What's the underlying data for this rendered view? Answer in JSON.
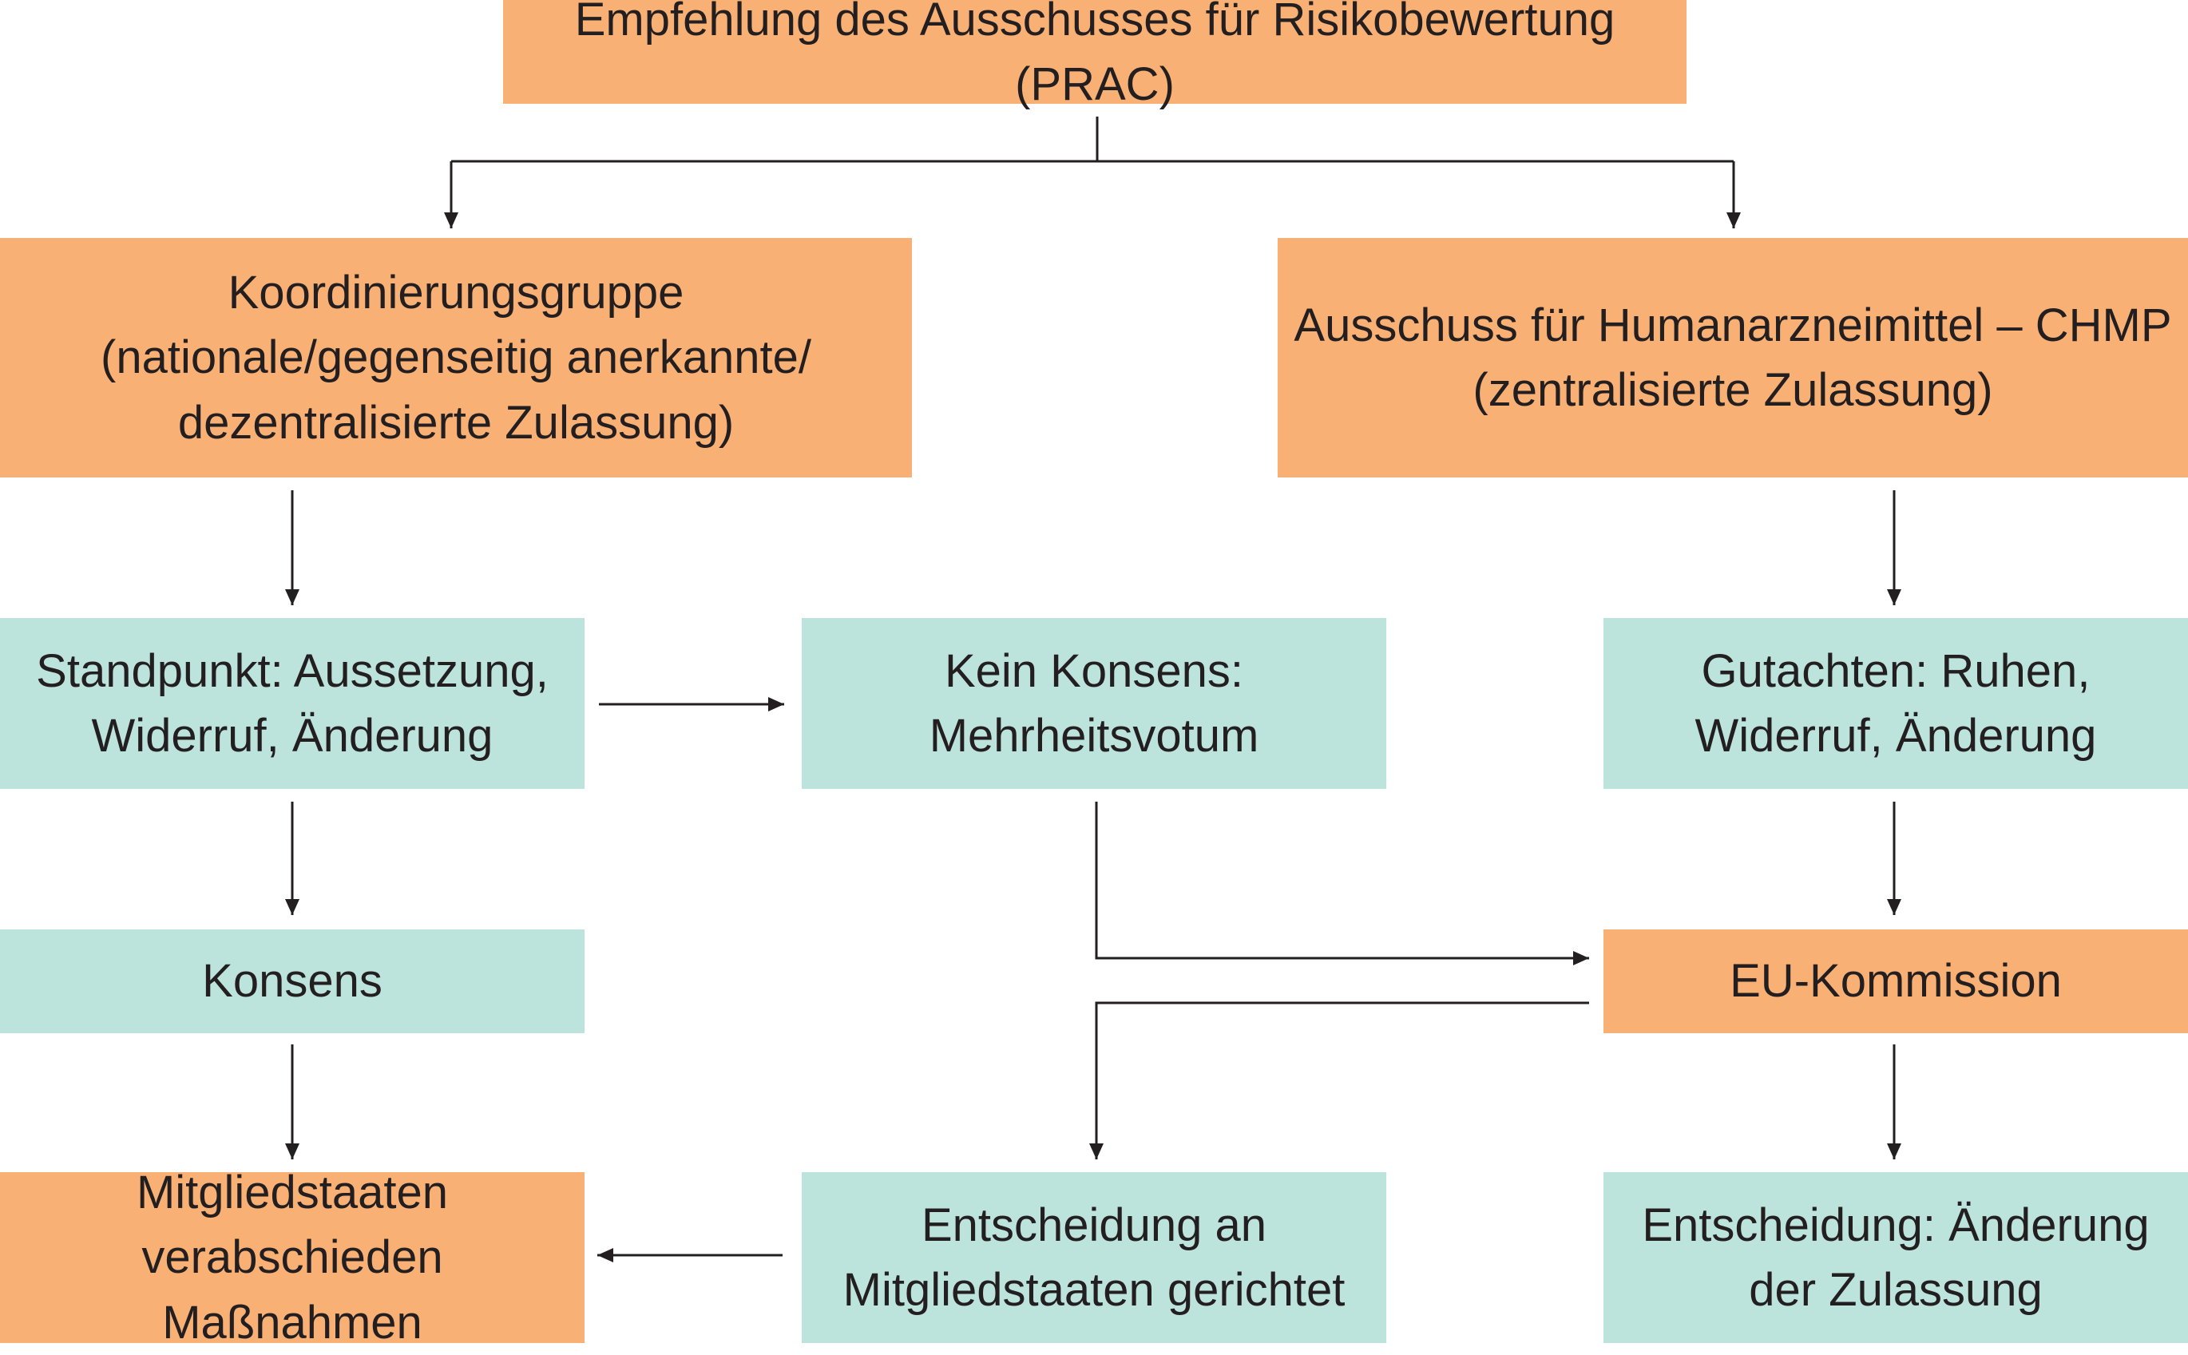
{
  "colors": {
    "orange_box": "#f9b074",
    "teal_box": "#bce3dc",
    "line": "#231f20",
    "text": "#231f20"
  },
  "nodes": {
    "prac": "Empfehlung des Ausschusses für Risikobewertung (PRAC)",
    "koordinierungsgruppe": "Koordinierungsgruppe\n(nationale/gegenseitig anerkannte/\ndezentralisierte Zulassung)",
    "chmp": "Ausschuss für Humanarzneimittel – CHMP\n(zentralisierte Zulassung)",
    "standpunkt": "Standpunkt: Aussetzung,\nWiderruf, Änderung",
    "kein_konsens": "Kein Konsens:\nMehrheitsvotum",
    "gutachten": "Gutachten: Ruhen,\nWiderruf, Änderung",
    "konsens": "Konsens",
    "eu_kommission": "EU-Kommission",
    "mitgliedstaaten": "Mitgliedstaaten\nverabschieden Maßnahmen",
    "entscheidung_mitgliedstaaten": "Entscheidung an\nMitgliedstaaten gerichtet",
    "entscheidung_aenderung": "Entscheidung: Änderung\nder Zulassung"
  },
  "edges": [
    {
      "from": "prac",
      "to": "koordinierungsgruppe"
    },
    {
      "from": "prac",
      "to": "chmp"
    },
    {
      "from": "koordinierungsgruppe",
      "to": "standpunkt"
    },
    {
      "from": "chmp",
      "to": "gutachten"
    },
    {
      "from": "standpunkt",
      "to": "kein_konsens"
    },
    {
      "from": "standpunkt",
      "to": "konsens"
    },
    {
      "from": "gutachten",
      "to": "eu_kommission"
    },
    {
      "from": "kein_konsens",
      "to": "eu_kommission"
    },
    {
      "from": "konsens",
      "to": "mitgliedstaaten"
    },
    {
      "from": "eu_kommission",
      "to": "entscheidung_mitgliedstaaten"
    },
    {
      "from": "eu_kommission",
      "to": "entscheidung_aenderung"
    },
    {
      "from": "entscheidung_mitgliedstaaten",
      "to": "mitgliedstaaten"
    }
  ]
}
